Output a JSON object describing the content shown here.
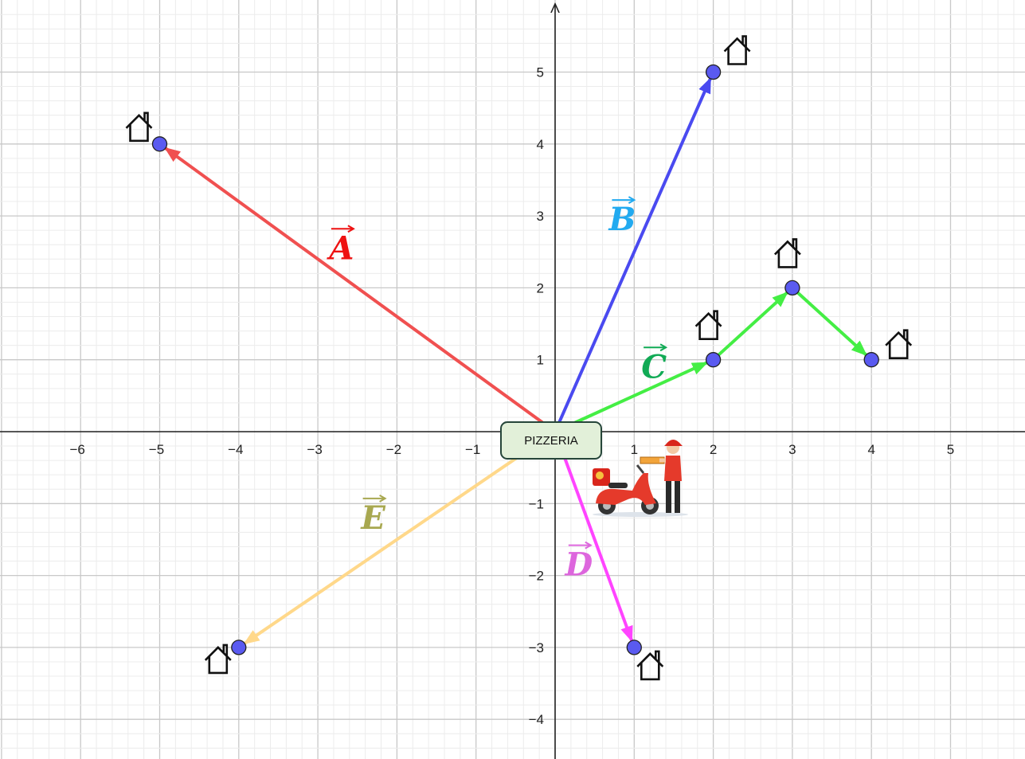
{
  "pizzeria_label": "PIZZERIA",
  "axis": {
    "x_min": -7,
    "x_max": 6,
    "y_min": -4.5,
    "y_max": 5.9,
    "x_ticks": [
      -6,
      -5,
      -4,
      -3,
      -2,
      -1,
      1,
      2,
      3,
      4,
      5
    ],
    "y_ticks": [
      -4,
      -3,
      -2,
      -1,
      1,
      2,
      3,
      4,
      5
    ],
    "minor_grid_step": 0.2,
    "grid": true
  },
  "colors": {
    "A": "#f05050",
    "B": "#4a4af0",
    "C": "#44ee44",
    "D": "#ff44ff",
    "E": "#ffd88a",
    "label_A": "#ee1111",
    "label_B": "#22aaf0",
    "label_C": "#11aa55",
    "label_D": "#dd66dd",
    "label_E": "#a8a850",
    "point": "#5a5af0"
  },
  "vectors": [
    {
      "name": "A",
      "from": [
        0,
        0
      ],
      "to": [
        -5,
        4
      ]
    },
    {
      "name": "B",
      "from": [
        0,
        0
      ],
      "to": [
        2,
        5
      ]
    },
    {
      "name": "C",
      "from": [
        0,
        0
      ],
      "to": [
        2,
        1
      ]
    },
    {
      "name": "C",
      "from": [
        2,
        1
      ],
      "to": [
        3,
        2
      ]
    },
    {
      "name": "C",
      "from": [
        3,
        2
      ],
      "to": [
        4,
        1
      ]
    },
    {
      "name": "D",
      "from": [
        0,
        0
      ],
      "to": [
        1,
        -3
      ]
    },
    {
      "name": "E",
      "from": [
        0,
        0
      ],
      "to": [
        -4,
        -3
      ]
    }
  ],
  "vector_labels": [
    {
      "text": "A",
      "vector": "A",
      "at": [
        -2.7,
        2.4
      ]
    },
    {
      "text": "B",
      "vector": "B",
      "at": [
        0.85,
        2.8
      ]
    },
    {
      "text": "C",
      "vector": "C",
      "at": [
        1.25,
        0.75
      ]
    },
    {
      "text": "D",
      "vector": "D",
      "at": [
        0.3,
        -2.0
      ]
    },
    {
      "text": "E",
      "vector": "E",
      "at": [
        -2.3,
        -1.35
      ]
    }
  ],
  "houses": [
    {
      "point": [
        -5,
        4
      ],
      "icon": "house-icon",
      "side": "upper-left"
    },
    {
      "point": [
        2,
        5
      ],
      "icon": "house-icon",
      "side": "upper-right"
    },
    {
      "point": [
        2,
        1
      ],
      "icon": "house-icon",
      "side": "above"
    },
    {
      "point": [
        3,
        2
      ],
      "icon": "house-icon",
      "side": "above"
    },
    {
      "point": [
        4,
        1
      ],
      "icon": "house-icon",
      "side": "right"
    },
    {
      "point": [
        1,
        -3
      ],
      "icon": "house-icon",
      "side": "lower-right"
    },
    {
      "point": [
        -4,
        -3
      ],
      "icon": "house-icon",
      "side": "lower-left"
    }
  ],
  "delivery_illustration": {
    "icon": "delivery-scooter-icon"
  }
}
